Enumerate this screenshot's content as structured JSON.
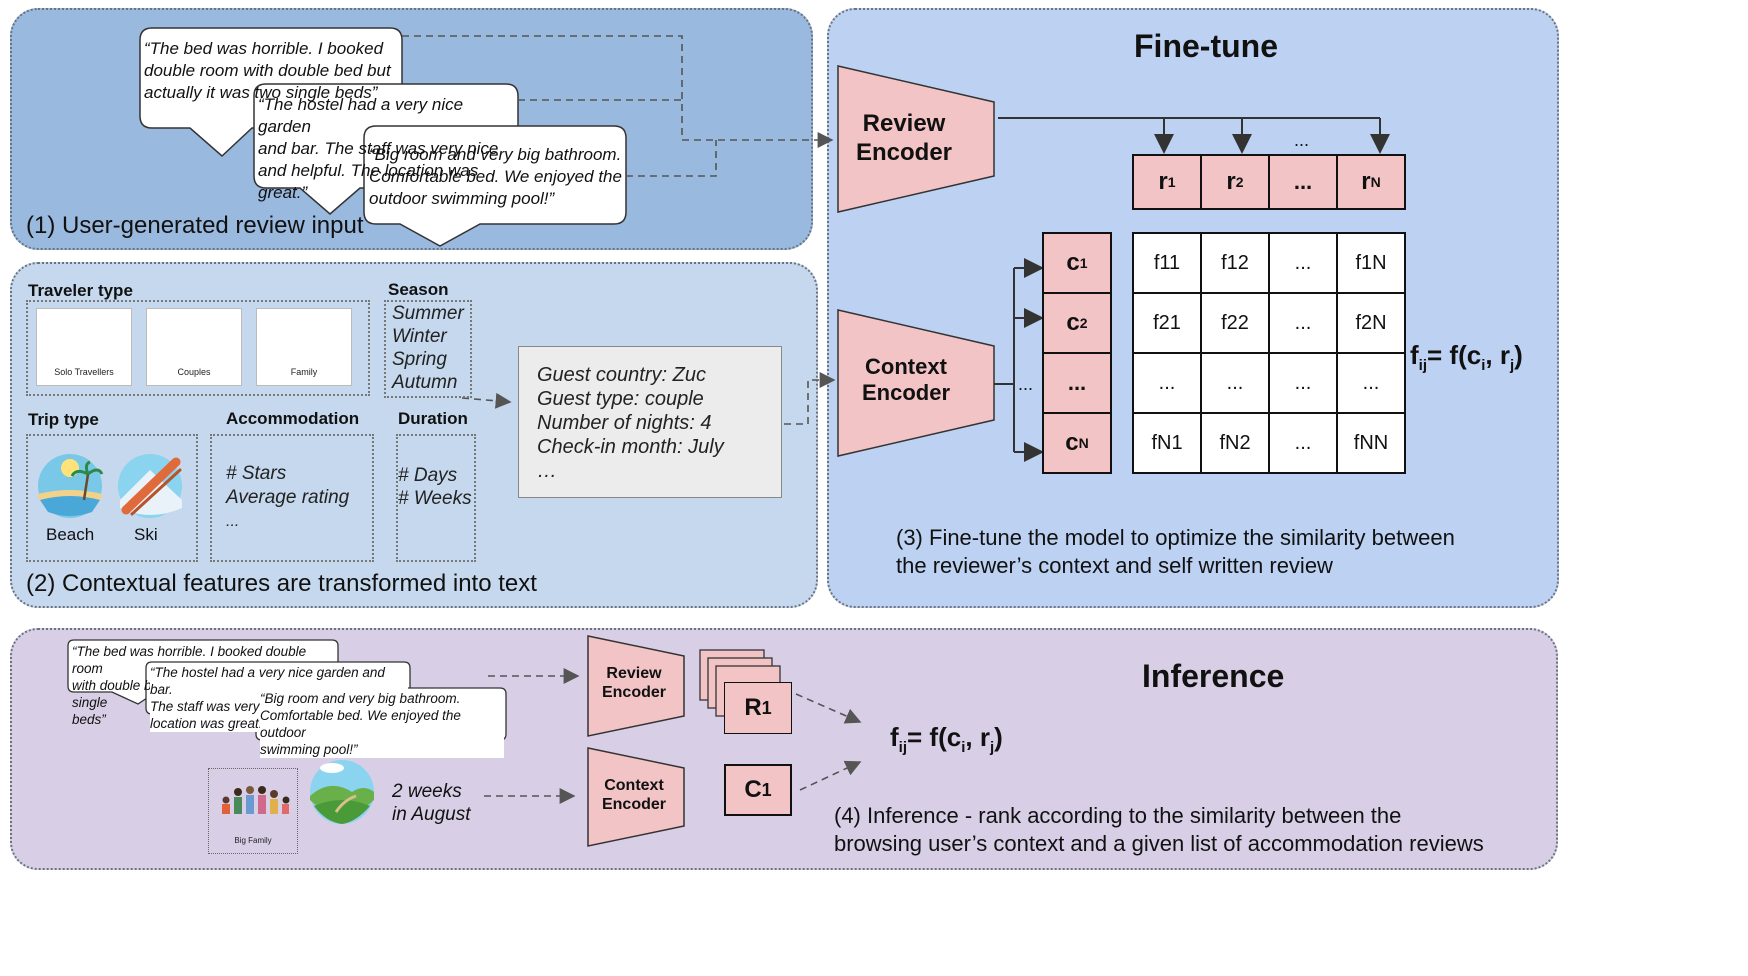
{
  "panel1": {
    "caption": "(1)  User-generated review input",
    "reviews": [
      "“The bed was horrible. I booked\ndouble room with double bed but\nactually it was two single beds”",
      "“The hostel had a very nice garden\nand bar. The staff was very nice\nand helpful. The location was\ngreat.”",
      "“Big room and very big bathroom.\nComfortable bed. We enjoyed the\noutdoor swimming pool!”"
    ]
  },
  "panel2": {
    "caption": "(2)  Contextual features are transformed into text",
    "traveler_type": {
      "heading": "Traveler type",
      "cards": [
        "Solo Travellers",
        "Couples",
        "Family"
      ]
    },
    "season": {
      "heading": "Season",
      "items": [
        "Summer",
        "Winter",
        "Spring",
        "Autumn"
      ]
    },
    "trip_type": {
      "heading": "Trip type",
      "items": [
        "Beach",
        "Ski"
      ]
    },
    "accommodation": {
      "heading": "Accommodation",
      "items": [
        "# Stars",
        "Average rating",
        "..."
      ]
    },
    "duration": {
      "heading": "Duration",
      "items": [
        "# Days",
        "# Weeks"
      ]
    },
    "context_text": [
      "Guest country: Zuc",
      "Guest type: couple",
      "Number of nights: 4",
      "Check-in month: July",
      "…"
    ]
  },
  "panel3": {
    "title": "Fine-tune",
    "review_encoder": "Review\nEncoder",
    "context_encoder": "Context\nEncoder",
    "r_labels": [
      "r",
      "r",
      "...",
      "r"
    ],
    "r_subs": [
      "1",
      "2",
      "",
      "N"
    ],
    "c_labels": [
      "c",
      "c",
      "...",
      "c"
    ],
    "c_subs": [
      "1",
      "2",
      "",
      "N"
    ],
    "matrix": [
      [
        "f11",
        "f12",
        "...",
        "f1N"
      ],
      [
        "f21",
        "f22",
        "...",
        "f2N"
      ],
      [
        "...",
        "...",
        "...",
        "..."
      ],
      [
        "fN1",
        "fN2",
        "...",
        "fNN"
      ]
    ],
    "top_ellipsis": "...",
    "side_ellipsis": "...",
    "formula": {
      "lhs": "f",
      "lhs_sub": "ij",
      "mid": "= f(c",
      "c_sub": "i",
      "comma": ", r",
      "r_sub": "j",
      "end": ")"
    },
    "caption": "(3)  Fine-tune the model to optimize the similarity between\nthe reviewer’s context and self written review"
  },
  "panel4": {
    "title": "Inference",
    "reviews": [
      "“The bed was horrible. I booked double room\nwith double bed but actually it was two single\nbeds”",
      "“The hostel had a very nice garden and bar.\nThe staff was very nice and helpful. The\nlocation was great.”",
      "“Big room and very big bathroom.\nComfortable bed. We enjoyed the outdoor\nswimming pool!”"
    ],
    "card_caption": "Big Family",
    "duration_text": "2 weeks\nin August",
    "review_encoder": "Review\nEncoder",
    "context_encoder": "Context\nEncoder",
    "r_label": "R",
    "r_sub": "1",
    "c_label": "C",
    "c_sub": "1",
    "formula": {
      "lhs": "f",
      "lhs_sub": "ij",
      "mid": "= f(c",
      "c_sub": "i",
      "comma": ", r",
      "r_sub": "j",
      "end": ")"
    },
    "caption": "(4)  Inference - rank according to the similarity between the\nbrowsing user’s context and a given list of accommodation reviews"
  },
  "colors": {
    "panel1_bg": "#9ab9de",
    "panel2_bg": "#c5d8ee",
    "panel3_bg": "#bdd1f2",
    "panel4_bg": "#d8cfe6",
    "encoder_pink": "#f2c4c6"
  }
}
